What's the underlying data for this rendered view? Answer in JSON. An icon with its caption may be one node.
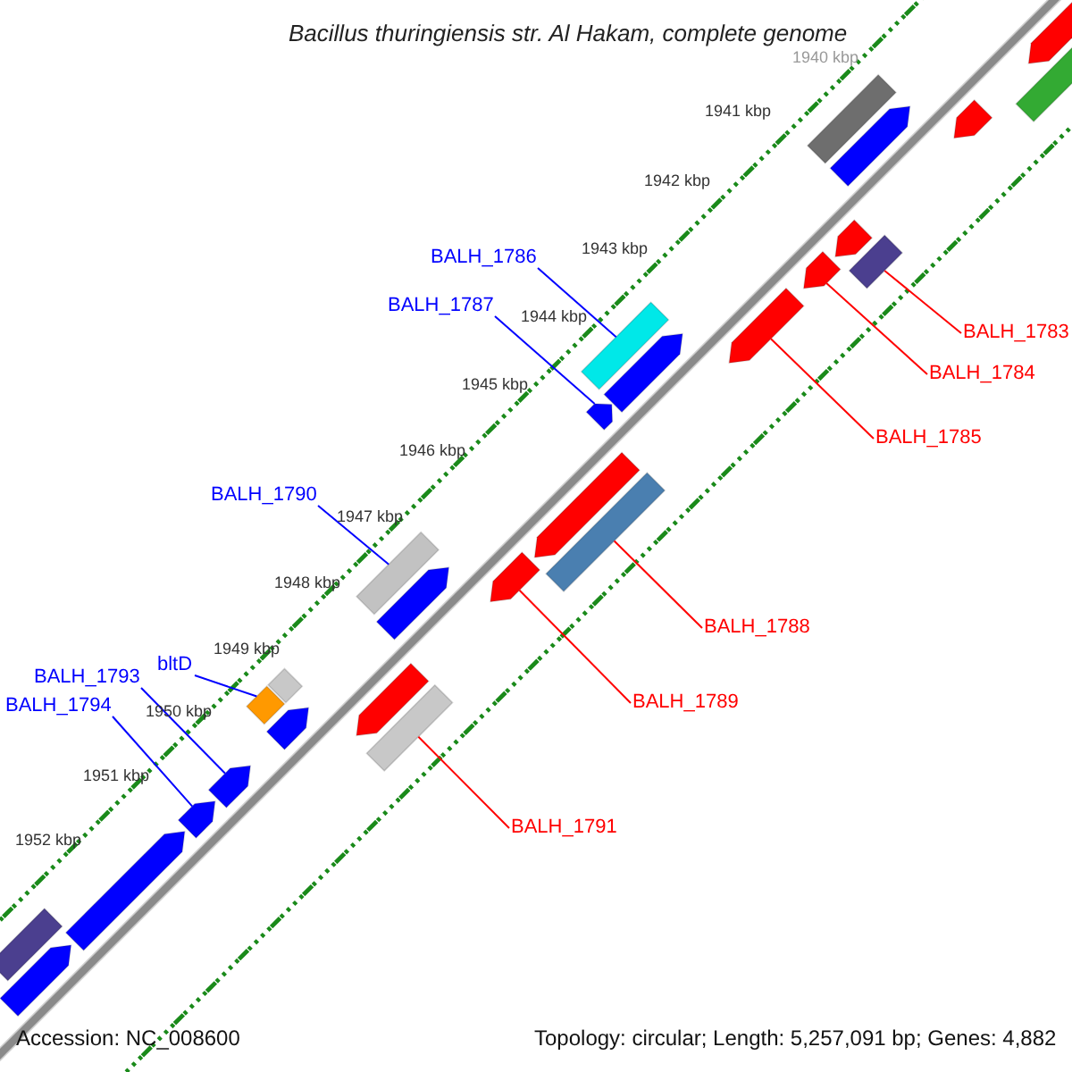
{
  "diagram": {
    "title": "Bacillus thuringiensis str. Al Hakam, complete genome",
    "nodes": [
      {
        "text": [
          "BALH_1786"
        ]
      },
      {
        "text": [
          "BALH_1787"
        ]
      },
      {
        "text": [
          "BALH_1783"
        ]
      },
      {
        "text": [
          "BALH_1784"
        ]
      },
      {
        "text": [
          "BALH_1785"
        ]
      },
      {
        "text": [
          "BALH_1790"
        ]
      },
      {
        "text": [
          "BALH_1788"
        ]
      },
      {
        "text": [
          "bltD"
        ]
      },
      {
        "text": [
          "BALH_1793"
        ]
      },
      {
        "text": [
          "BALH_1789"
        ]
      },
      {
        "text": [
          "BALH_1794"
        ]
      },
      {
        "text": [
          "BALH_1791"
        ]
      },
      {
        "text": [],
        "shape": "arrow"
      },
      {
        "text": [],
        "shape": "bar"
      },
      {
        "text": [],
        "shape": "arrow"
      },
      {
        "text": [],
        "shape": "bar"
      },
      {
        "text": [],
        "shape": "arrow"
      },
      {
        "text": [],
        "shape": "bar"
      },
      {
        "text": [],
        "shape": "arrow"
      },
      {
        "text": [],
        "shape": "arrow"
      },
      {
        "text": [],
        "shape": "arrow"
      },
      {
        "text": [],
        "shape": "bar"
      },
      {
        "text": [],
        "shape": "arrow"
      },
      {
        "text": [],
        "shape": "arrow"
      },
      {
        "text": [],
        "shape": "bar"
      },
      {
        "text": [],
        "shape": "arrow"
      },
      {
        "text": [],
        "shape": "arrow"
      },
      {
        "text": [],
        "shape": "bar"
      },
      {
        "text": [],
        "shape": "arrow"
      },
      {
        "text": [],
        "shape": "arrow"
      },
      {
        "text": [],
        "shape": "bar"
      },
      {
        "text": [],
        "shape": "bar"
      },
      {
        "text": [],
        "shape": "bar"
      },
      {
        "text": [],
        "shape": "arrow"
      },
      {
        "text": [],
        "shape": "arrow"
      },
      {
        "text": [],
        "shape": "arrow"
      },
      {
        "text": [],
        "shape": "arrow"
      },
      {
        "text": [],
        "shape": "bar"
      },
      {
        "text": [],
        "shape": "arrow"
      }
    ],
    "edges": [
      {
        "from": 0,
        "to": 21,
        "arrow": "none"
      },
      {
        "from": 1,
        "to": 23,
        "arrow": "none"
      },
      {
        "from": 2,
        "to": 17,
        "arrow": "none",
        "color": "#ff0000"
      },
      {
        "from": 3,
        "to": 19,
        "arrow": "none",
        "color": "#ff0000"
      },
      {
        "from": 4,
        "to": 20,
        "arrow": "none",
        "color": "#ff0000"
      },
      {
        "from": 5,
        "to": 27,
        "arrow": "none"
      },
      {
        "from": 6,
        "to": 24,
        "arrow": "none",
        "color": "#ff0000"
      },
      {
        "from": 7,
        "to": 32,
        "arrow": "none"
      },
      {
        "from": 8,
        "to": 34,
        "arrow": "none"
      },
      {
        "from": 9,
        "to": 26,
        "arrow": "none",
        "color": "#ff0000"
      },
      {
        "from": 10,
        "to": 35,
        "arrow": "none"
      },
      {
        "from": 11,
        "to": 30,
        "arrow": "none",
        "color": "#ff0000"
      }
    ],
    "labels": [
      "1940 kbp",
      "1941 kbp",
      "1942 kbp",
      "1943 kbp",
      "1944 kbp",
      "1945 kbp",
      "1946 kbp",
      "1947 kbp",
      "1948 kbp",
      "1949 kbp",
      "1950 kbp",
      "1951 kbp",
      "1952 kbp",
      "Accession: NC_008600",
      "Topology: circular; Length: 5,257,091 bp; Genes: 4,882"
    ]
  }
}
